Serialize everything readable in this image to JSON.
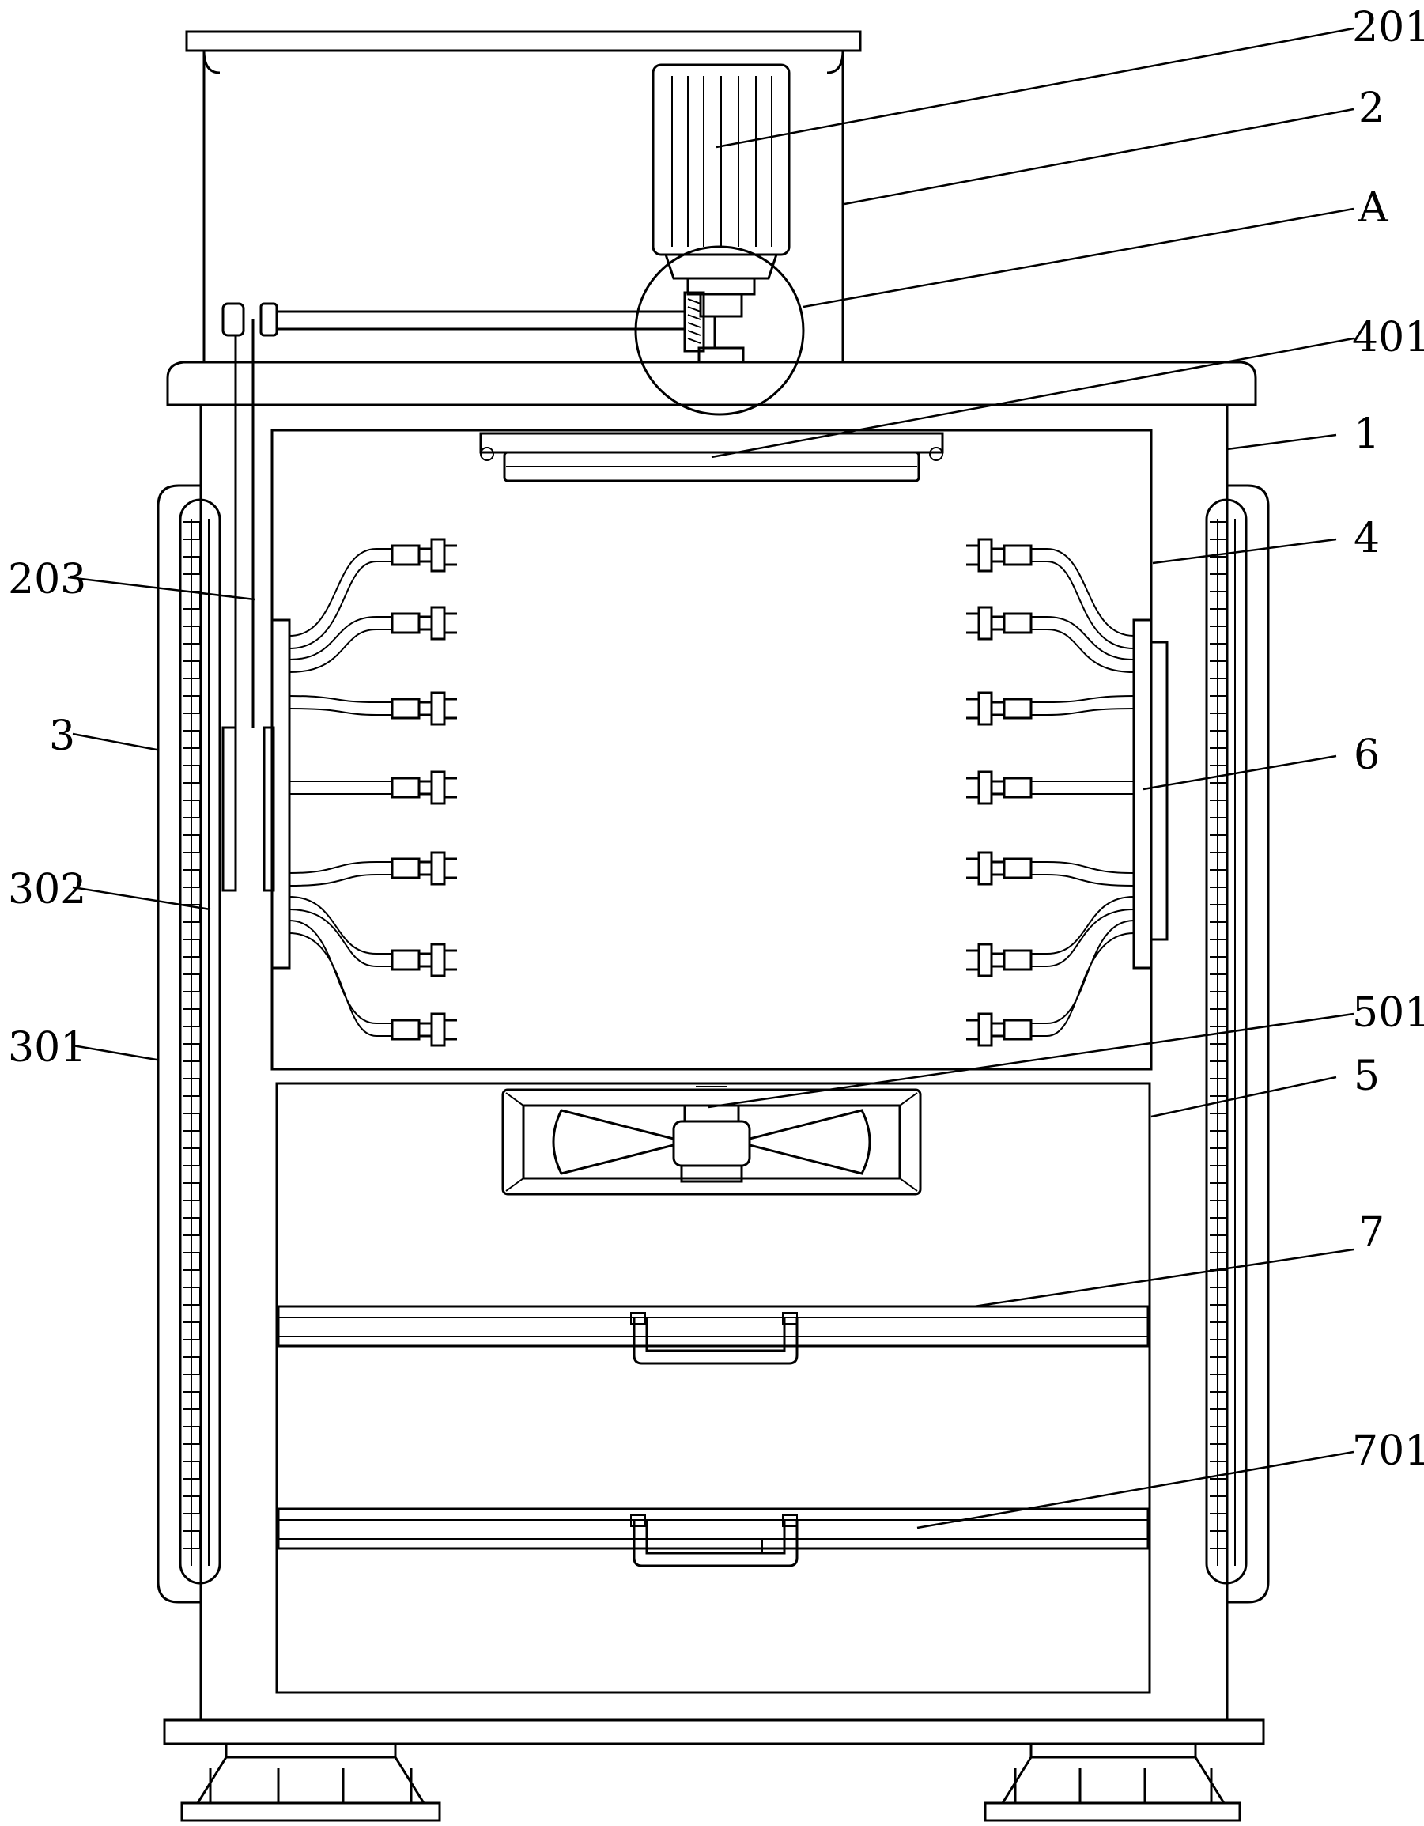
{
  "labels": {
    "l201": "201",
    "l2": "2",
    "lA": "A",
    "l401": "401",
    "l1": "1",
    "l203": "203",
    "l4": "4",
    "l3": "3",
    "l6": "6",
    "l302": "302",
    "l301": "301",
    "l501": "501",
    "l5": "5",
    "l7": "7",
    "l701": "701"
  }
}
